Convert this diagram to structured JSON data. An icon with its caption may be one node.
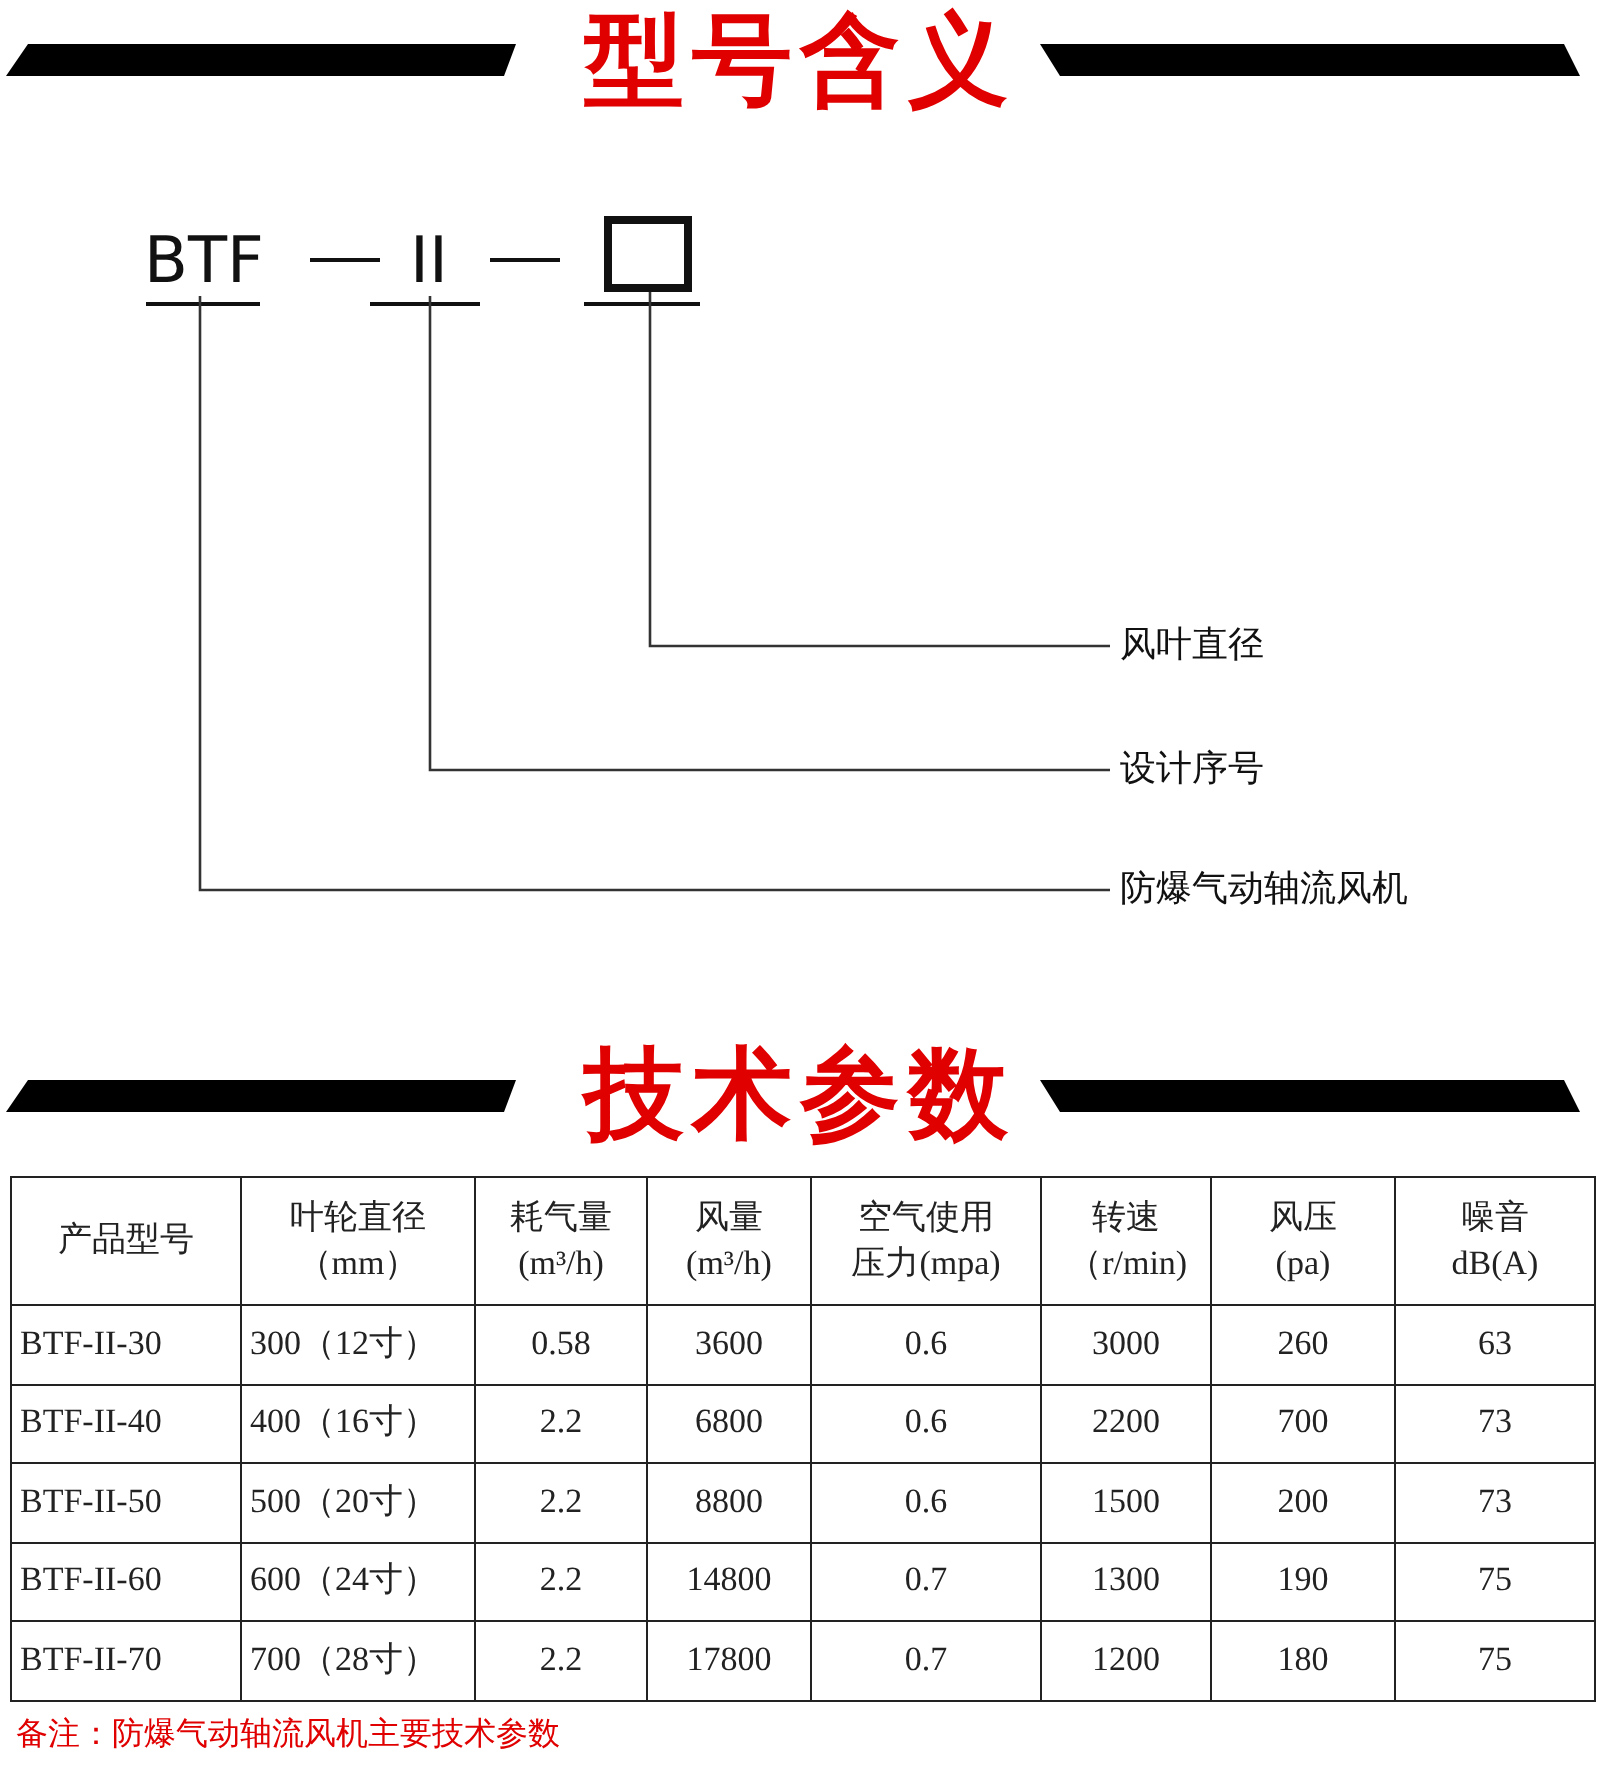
{
  "diagram": {
    "title": "型号含义",
    "nodes": [
      {
        "text": [
          "BTF"
        ]
      },
      {
        "text": [
          "II"
        ]
      },
      {
        "text": [],
        "shape": "box"
      },
      {
        "text": [
          "风叶直径"
        ]
      },
      {
        "text": [
          "设计序号"
        ]
      },
      {
        "text": [
          "防爆气动轴流风机"
        ]
      }
    ],
    "edges": [
      {
        "from": 3,
        "to": 2,
        "arrow": "none"
      },
      {
        "from": 4,
        "to": 1,
        "arrow": "none"
      },
      {
        "from": 5,
        "to": 0,
        "arrow": "none"
      }
    ],
    "labels": [
      "技术参数",
      "产品型号",
      "叶轮直径（mm）",
      "耗气量(m³/h)",
      "风量(m³/h)",
      "空气使用压力(mpa)",
      "转速（r/min)",
      "风压(pa)",
      "噪音dB(A)",
      "BTF-II-30",
      "300（12寸）",
      "0.58",
      "3600",
      "0.6",
      "3000",
      "260",
      "63",
      "BTF-II-40",
      "400（16寸）",
      "2.2",
      "6800",
      "0.6",
      "2200",
      "700",
      "73",
      "BTF-II-50",
      "500（20寸）",
      "2.2",
      "8800",
      "0.6",
      "1500",
      "200",
      "73",
      "BTF-II-60",
      "600（24寸）",
      "2.2",
      "14800",
      "0.7",
      "1300",
      "190",
      "75",
      "BTF-II-70",
      "700（28寸）",
      "2.2",
      "17800",
      "0.7",
      "1200",
      "180",
      "75",
      "备注：防爆气动轴流风机主要技术参数"
    ]
  }
}
